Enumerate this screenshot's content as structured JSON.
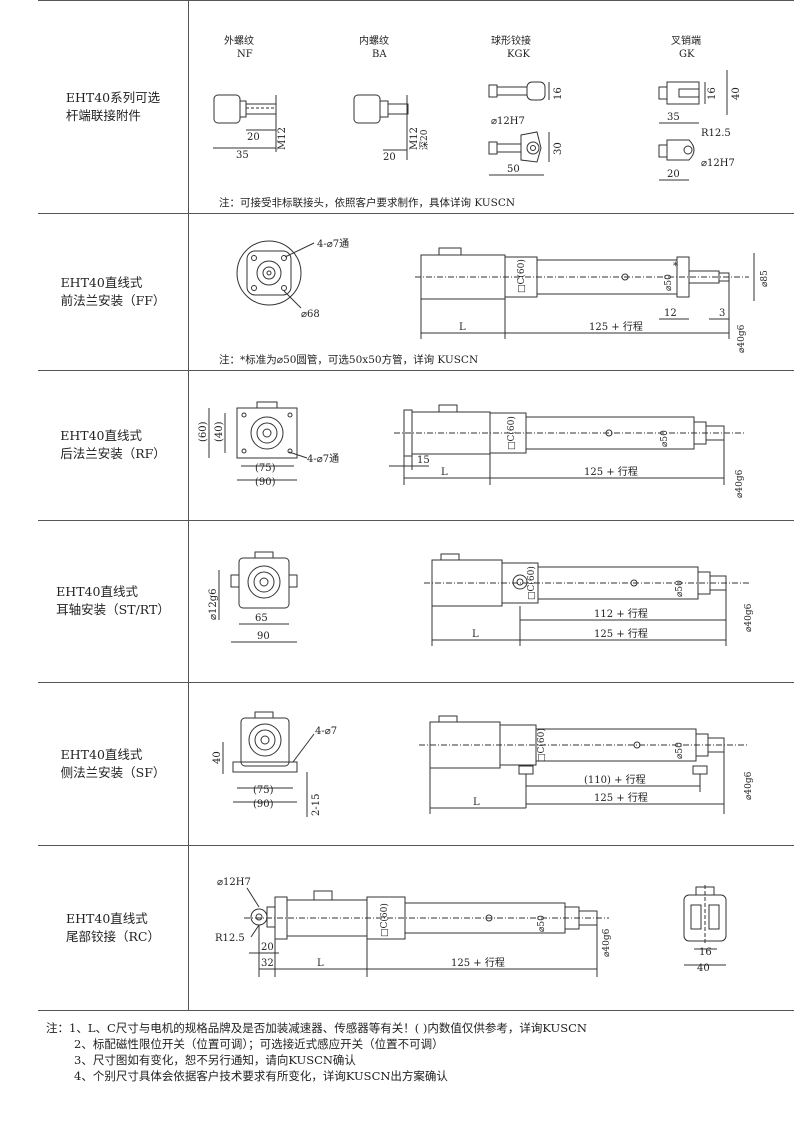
{
  "rows": [
    {
      "label": [
        "EHT40系列可选",
        "杆端联接附件"
      ],
      "note": "注：可接受非标联接头，依照客户要求制作，具体详询 KUSCN",
      "accessories": [
        {
          "name": "外螺纹",
          "code": "NF",
          "dims": [
            "20",
            "35",
            "M12"
          ]
        },
        {
          "name": "内螺纹",
          "code": "BA",
          "dims": [
            "20",
            "M12",
            "深20"
          ]
        },
        {
          "name": "球形铰接",
          "code": "KGK",
          "dims": [
            "16",
            "⌀12H7",
            "30",
            "50"
          ]
        },
        {
          "name": "叉销端",
          "code": "GK",
          "dims": [
            "16",
            "40",
            "35",
            "R12.5",
            "⌀12H7",
            "20"
          ]
        }
      ]
    },
    {
      "label": [
        "EHT40直线式",
        "前法兰安装（FF）"
      ],
      "note": "注：*标准为⌀50圆管，可选50x50方管，详询 KUSCN",
      "dims": [
        "4-⌀7通",
        "⌀68",
        "□C(60)",
        "⌀50",
        "*",
        "⌀85",
        "L",
        "125 + 行程",
        "12",
        "3",
        "⌀40g6"
      ]
    },
    {
      "label": [
        "EHT40直线式",
        "后法兰安装（RF）"
      ],
      "dims": [
        "(60)",
        "(40)",
        "4-⌀7通",
        "(75)",
        "(90)",
        "□C(60)",
        "⌀50",
        "15",
        "L",
        "125 + 行程",
        "⌀40g6"
      ]
    },
    {
      "label": [
        "EHT40直线式",
        "耳轴安装（ST/RT）"
      ],
      "dims": [
        "⌀12g6",
        "65",
        "90",
        "□C(60)",
        "⌀50",
        "112 + 行程",
        "L",
        "125 + 行程",
        "⌀40g6"
      ]
    },
    {
      "label": [
        "EHT40直线式",
        "侧法兰安装（SF）"
      ],
      "dims": [
        "4-⌀7",
        "40",
        "(75)",
        "(90)",
        "2-15",
        "□C(60)",
        "⌀50",
        "(110)  + 行程",
        "L",
        "125 + 行程",
        "⌀40g6"
      ]
    },
    {
      "label": [
        "EHT40直线式",
        "尾部铰接（RC）"
      ],
      "dims": [
        "⌀12H7",
        "R12.5",
        "20",
        "32",
        "L",
        "125 + 行程",
        "□C(60)",
        "⌀50",
        "⌀40g6",
        "16",
        "40"
      ]
    }
  ],
  "footnotes": [
    "注：1、L、C尺寸与电机的规格品牌及是否加装减速器、传感器等有关！( )内数值仅供参考，详询KUSCN",
    "2、标配磁性限位开关（位置可调）；可选接近式感应开关（位置不可调）",
    "3、尺寸图如有变化，恕不另行通知，请向KUSCN确认",
    "4、个别尺寸具体会依据客户技术要求有所变化，详询KUSCN出方案确认"
  ]
}
